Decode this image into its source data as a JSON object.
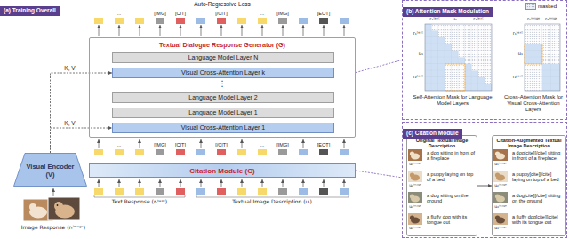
{
  "diagram": {
    "nodes": [
      {
        "text": [
          "(a) Training Overall"
        ]
      },
      {
        "text": [
          "Textual Dialogue Response Generator (G)"
        ],
        "in": 0
      },
      {
        "text": [
          "Language Model Layer N"
        ],
        "in": 1
      },
      {
        "text": [
          "Visual Cross-Attention Layer k"
        ],
        "in": 1
      },
      {
        "text": [
          "Language Model Layer 2"
        ],
        "in": 1
      },
      {
        "text": [
          "Language Model Layer 1"
        ],
        "in": 1
      },
      {
        "text": [
          "Visual Cross-Attention Layer 1"
        ],
        "in": 1
      },
      {
        "text": [
          "Visual Encoder (V)"
        ],
        "in": 0
      },
      {
        "text": [
          "Citation Module (C)"
        ],
        "in": 0
      },
      {
        "text": [
          "(b) Attention Mask Modulation"
        ]
      },
      {
        "text": [
          "(c) Citation Module"
        ]
      },
      {
        "text": [
          "Original Textual Image Description",
          "a dog sitting in front of a fireplace",
          "a puppy laying on top of a bed",
          "a dog sitting on the ground",
          "a fluffy dog with its tongue out"
        ],
        "in": 10
      },
      {
        "text": [
          "Citation-Augmented Textual Image Description",
          "a dog[cite][/cite] sitting in front of a fireplace",
          "a puppy[cite][/cite] laying on top of a bed",
          "a dog[cite][/cite] sitting on the ground",
          "a fluffy dog[cite][/cite] with its tongue out"
        ],
        "in": 10
      }
    ],
    "edges": [
      {
        "from": 7,
        "to": 3,
        "label": "K, V",
        "arrow": "to"
      },
      {
        "from": 7,
        "to": 6,
        "label": "K, V",
        "arrow": "to"
      },
      {
        "from": 1,
        "to": 9,
        "arrow": "none"
      },
      {
        "from": 8,
        "to": 10,
        "arrow": "none"
      },
      {
        "from": 11,
        "to": 12,
        "arrow": "to"
      }
    ],
    "labels": [
      "Auto-Regressive Loss",
      "...",
      "[IMG]",
      "[CIT]",
      "[/CIT]",
      "...",
      "[IMG]",
      "[EOT]",
      "...",
      "[IMG]",
      "[CIT]",
      "[/CIT]",
      "...",
      "[IMG]",
      "[EOT]",
      "⋮",
      "Image Response (rₜⁱᵐᵃᵍᵉ)",
      "Text Response (rₜᵗᵉˣᵗ)",
      "Textual Image Description (uᵢ)",
      "r₁ᵗᵉˣᵗ",
      "u₁",
      "r₂ᵗᵉˣᵗ",
      "r₁ᵗᵉˣᵗ",
      "u₁",
      "r₂ᵗᵉˣᵗ",
      "r₁ⁱᵐᵃᵍᵉ",
      "r₂ⁱᵐᵃᵍᵉ",
      "r₁ᵗᵉˣᵗ",
      "u₁",
      "r₂ᵗᵉˣᵗ",
      "Self-Attention Mask for Language Model Layers",
      "Cross-Attention Mask for Visual Cross-Attention Layers",
      "u₁ⁱᵐᵃᵍᵉ",
      "u₂ⁱᵐᵃᵍᵉ",
      "u₃ⁱᵐᵃᵍᵉ",
      "u₄ⁱᵐᵃᵍᵉ",
      "u₁ⁱᵐᵃᵍᵉ",
      "u₂ⁱᵐᵃᵍᵉ",
      "u₃ⁱᵐᵃᵍᵉ",
      "u₄ⁱᵐᵃᵍᵉ"
    ],
    "legend": [
      {
        "text": "masked",
        "color": "#eef1f7"
      }
    ]
  }
}
